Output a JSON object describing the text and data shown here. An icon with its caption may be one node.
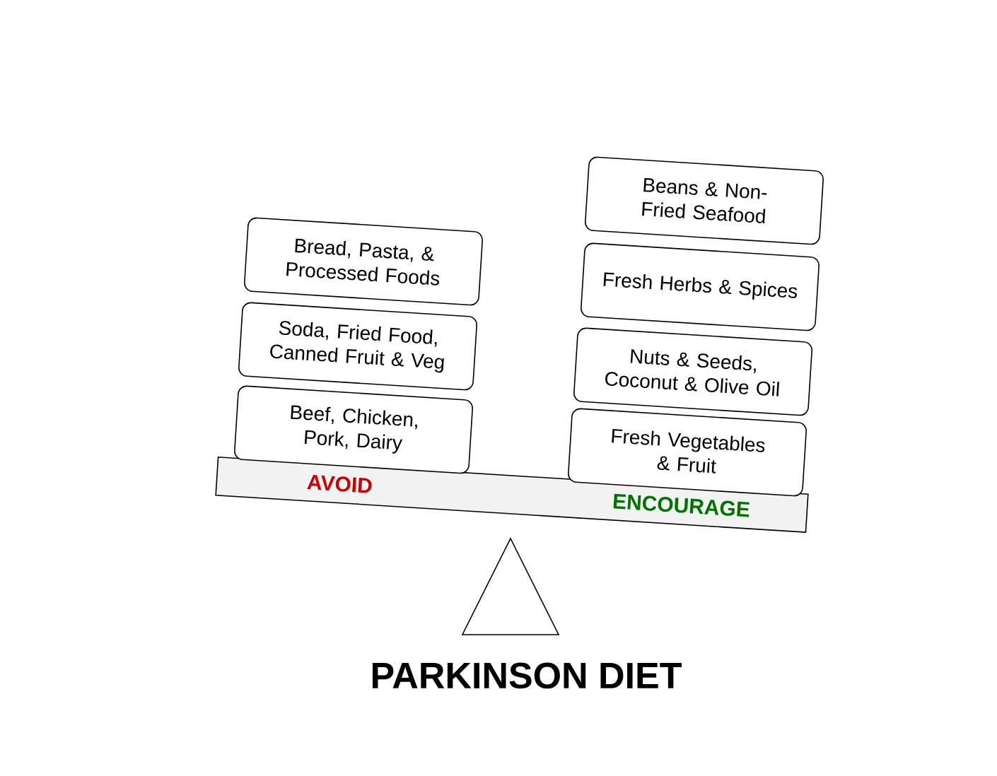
{
  "diagram": {
    "title": "PARKINSON DIET",
    "nodes": [
      {
        "text": [
          "AVOID",
          "ENCOURAGE"
        ]
      },
      {
        "text": [
          "Bread, Pasta, & Processed Foods"
        ]
      },
      {
        "text": [
          "Soda, Fried Food, Canned Fruit & Veg"
        ]
      },
      {
        "text": [
          "Beef, Chicken, Pork, Dairy"
        ]
      },
      {
        "text": [
          "Beans & Non-Fried Seafood"
        ]
      },
      {
        "text": [
          "Fresh Herbs & Spices"
        ]
      },
      {
        "text": [
          "Nuts & Seeds, Coconut & Olive Oil"
        ]
      },
      {
        "text": [
          "Fresh Vegetables & Fruit"
        ]
      }
    ],
    "edges": []
  }
}
